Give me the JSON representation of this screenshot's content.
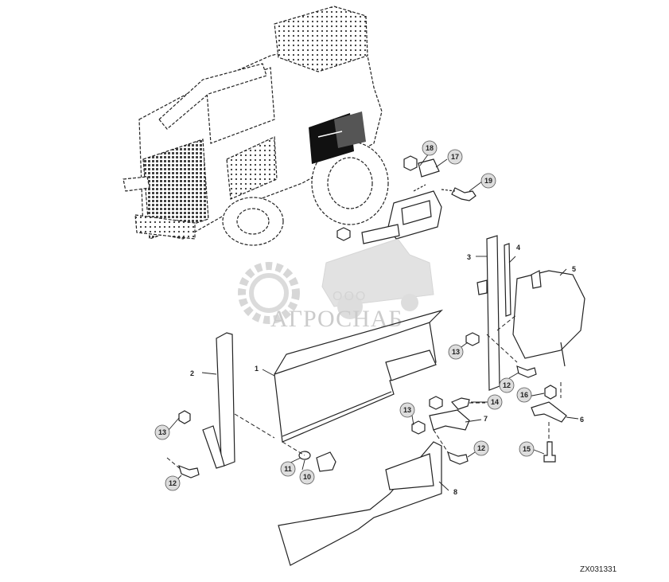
{
  "watermark": {
    "prefix": "ООО",
    "name": "АГРОСНАБ"
  },
  "reference_code": "ZX031331",
  "callouts": [
    {
      "id": "c1",
      "label": "1"
    },
    {
      "id": "c2",
      "label": "2"
    },
    {
      "id": "c3",
      "label": "3"
    },
    {
      "id": "c4",
      "label": "4"
    },
    {
      "id": "c5",
      "label": "5"
    },
    {
      "id": "c6",
      "label": "6"
    },
    {
      "id": "c7",
      "label": "7"
    },
    {
      "id": "c8",
      "label": "8"
    },
    {
      "id": "c10",
      "label": "10"
    },
    {
      "id": "c11",
      "label": "11"
    },
    {
      "id": "c12a",
      "label": "12"
    },
    {
      "id": "c12b",
      "label": "12"
    },
    {
      "id": "c12c",
      "label": "12"
    },
    {
      "id": "c13a",
      "label": "13"
    },
    {
      "id": "c13b",
      "label": "13"
    },
    {
      "id": "c13c",
      "label": "13"
    },
    {
      "id": "c14",
      "label": "14"
    },
    {
      "id": "c15",
      "label": "15"
    },
    {
      "id": "c16",
      "label": "16"
    },
    {
      "id": "c17",
      "label": "17"
    },
    {
      "id": "c18",
      "label": "18"
    },
    {
      "id": "c19",
      "label": "19"
    }
  ]
}
